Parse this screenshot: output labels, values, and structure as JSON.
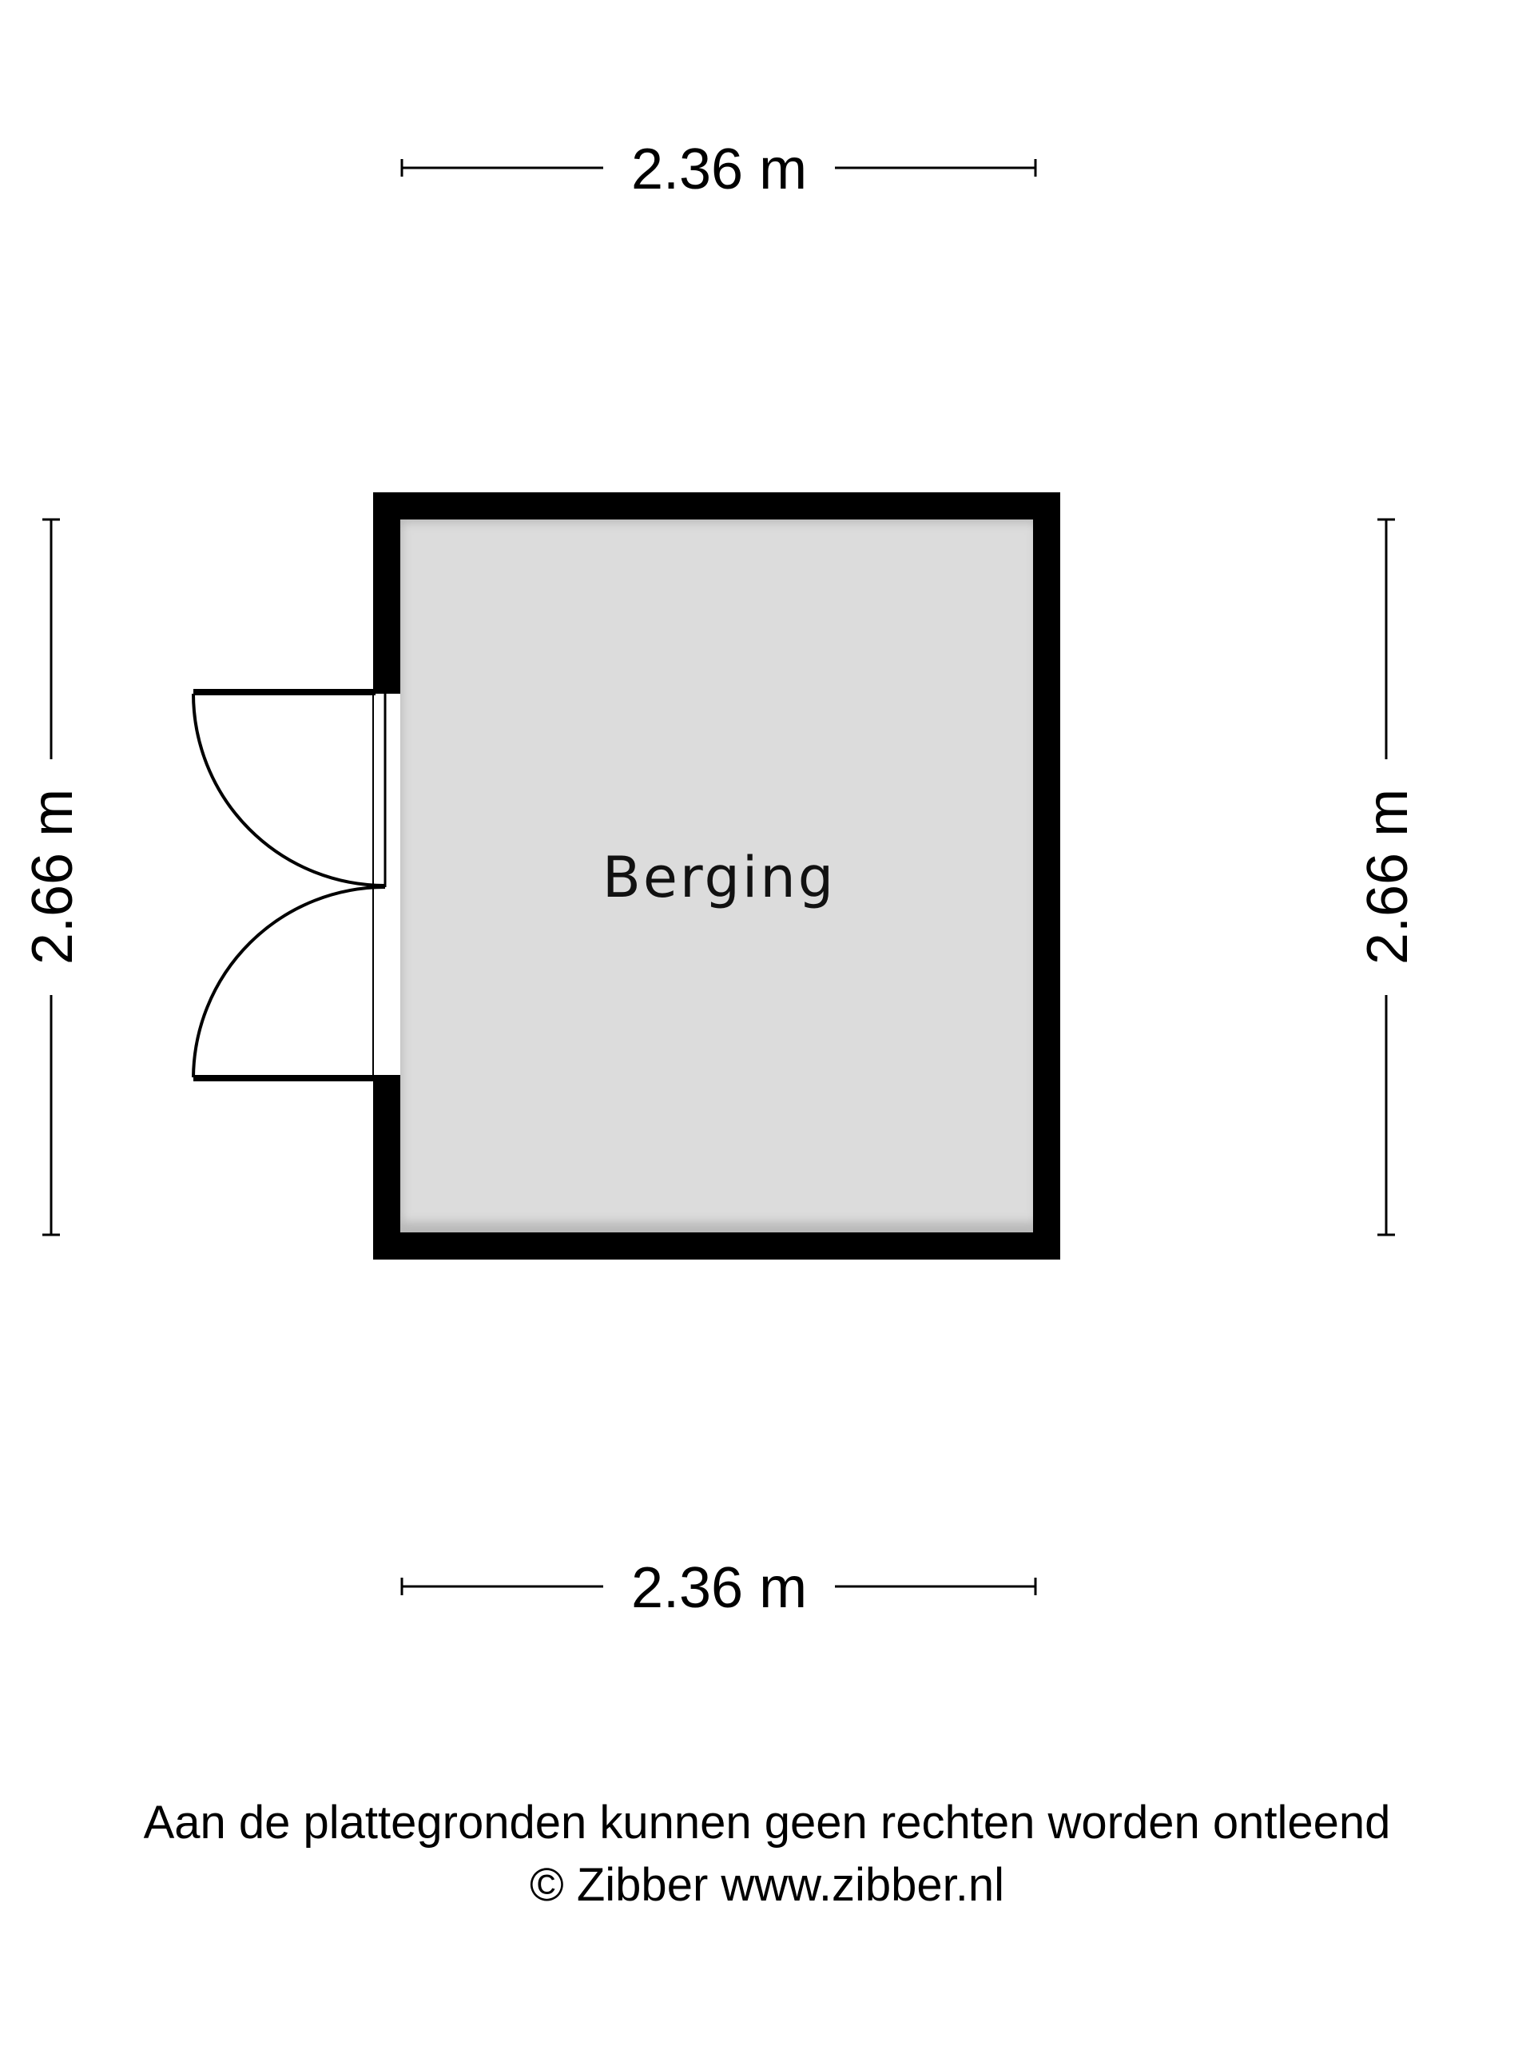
{
  "plan": {
    "room_name": "Berging",
    "width_top": "2.36 m",
    "width_bottom": "2.36 m",
    "depth_left": "2.66 m",
    "depth_right": "2.66 m"
  },
  "colors": {
    "wall": "#000000",
    "floor": "#dcdcdc",
    "background": "#ffffff",
    "line": "#000000"
  },
  "footer": {
    "disclaimer": "Aan de plattegronden kunnen geen rechten worden ontleend",
    "copyright": "© Zibber www.zibber.nl"
  }
}
